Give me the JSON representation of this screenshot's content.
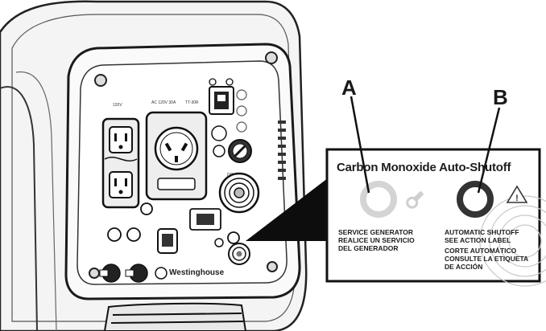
{
  "callouts": {
    "a": "A",
    "b": "B"
  },
  "inset": {
    "title": "Carbon Monoxide Auto-Shutoff",
    "indicator_a": {
      "line1": "SERVICE GENERATOR",
      "line2": "REALICE UN SERVICIO",
      "line3": "DEL GENERADOR",
      "color": "#d4d4d4"
    },
    "indicator_b": {
      "line1": "AUTOMATIC SHUTOFF",
      "line2": "SEE ACTION LABEL",
      "line3": "CORTE AUTOMÁTICO",
      "line4": "CONSULTE LA ETIQUETA",
      "line5": "DE ACCIÓN",
      "color": "#333333"
    }
  },
  "panel": {
    "brand": "Westinghouse",
    "label_120v": "120V",
    "label_ac": "AC 120V 30A",
    "label_tt": "TT-30R",
    "label_dc": "DC"
  }
}
